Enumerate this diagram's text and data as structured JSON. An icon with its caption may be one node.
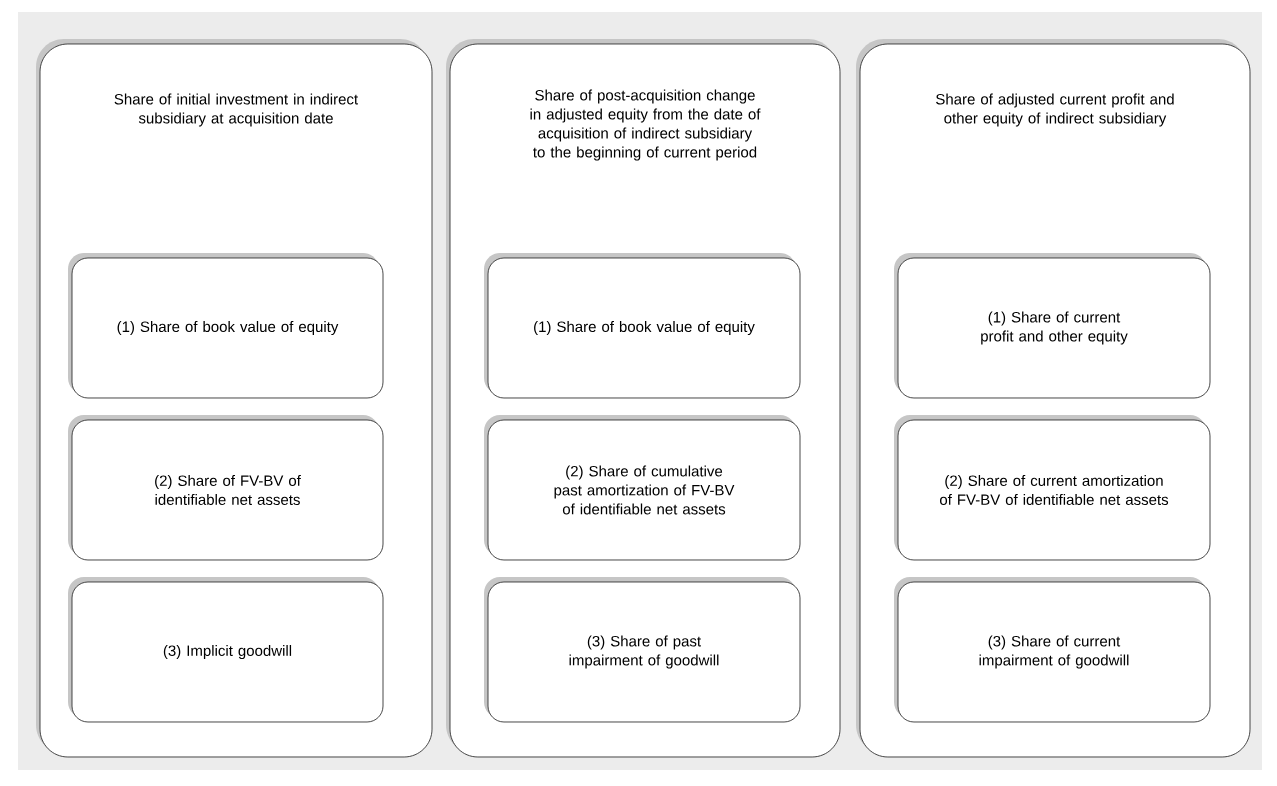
{
  "diagram": {
    "nodes": [
      {
        "text": [
          "Share of  initial investment in indirect subsidiary at acquisition date"
        ]
      },
      {
        "text": [
          "(1) Share of book value of equity"
        ],
        "in": 0
      },
      {
        "text": [
          "(2) Share of FV-BV of identifiable net assets"
        ],
        "in": 0
      },
      {
        "text": [
          "(3) Implicit goodwill"
        ],
        "in": 0
      },
      {
        "text": [
          "Share of post-acquisition change in adjusted equity from the date of acquisition of indirect subsidiary to the beginning of current period"
        ]
      },
      {
        "text": [
          "(1) Share of book value of equity"
        ],
        "in": 4
      },
      {
        "text": [
          "(2) Share of cumulative past amortization of FV-BV of identifiable net assets"
        ],
        "in": 4
      },
      {
        "text": [
          "(3) Share of past impairment of goodwill"
        ],
        "in": 4
      },
      {
        "text": [
          "Share of adjusted current profit and other equity of indirect subsidiary"
        ]
      },
      {
        "text": [
          "(1) Share of current profit and other equity"
        ],
        "in": 8
      },
      {
        "text": [
          "(2) Share of current amortization of FV-BV of identifiable net assets"
        ],
        "in": 8
      },
      {
        "text": [
          "(3) Share of current impairment of goodwill"
        ],
        "in": 8
      }
    ]
  }
}
